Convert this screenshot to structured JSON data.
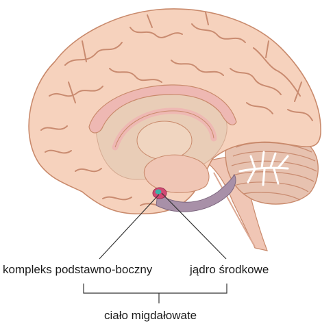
{
  "diagram": {
    "labels": {
      "basolateral": "kompleks podstawno-boczny",
      "central": "jądro środkowe",
      "amygdala": "ciało migdałowate"
    },
    "colors": {
      "brain_fill": "#f6d2bd",
      "brain_outline": "#c98a6c",
      "gyri_lines": "#c98b70",
      "inner_fill": "#e9cdb7",
      "callosum": "#eeb8b3",
      "brainstem": "#f0c6b5",
      "cerebellum": "#e7c2b0",
      "cerebellum_tree": "#ffffff",
      "hippocampus": "#a890a8",
      "amygdala_core": "#3cb3a8",
      "amygdala_ring": "#d24a73",
      "leader_lines": "#333333"
    }
  }
}
